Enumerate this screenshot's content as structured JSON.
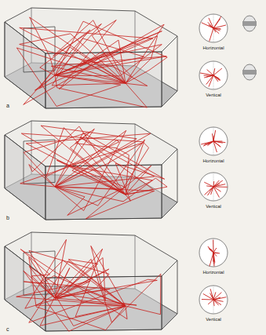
{
  "diagram": {
    "labels": [
      "Horizontal",
      "Vertical",
      "a",
      "Horizontal",
      "Vertical",
      "b",
      "Horizontal",
      "Vertical",
      "c"
    ]
  }
}
